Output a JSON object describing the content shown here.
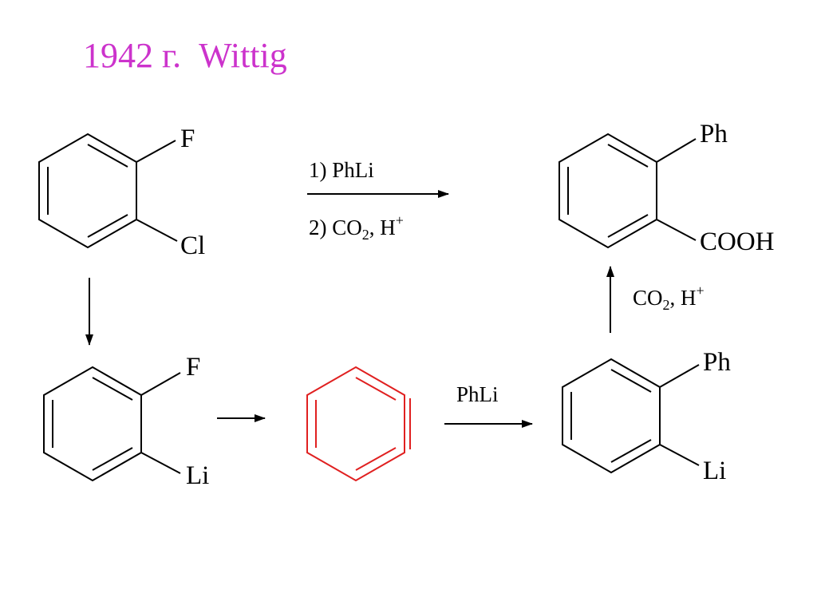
{
  "title": "1942 г.  Wittig",
  "colors": {
    "title": "#cc33cc",
    "benzyne": "#e02020",
    "bonds": "#000000",
    "background": "#ffffff"
  },
  "molecules": {
    "fluorochlorobenzene": {
      "sub1": "F",
      "sub2": "Cl"
    },
    "fluorolithiobenzene": {
      "sub1": "F",
      "sub2": "Li"
    },
    "benzyne": {},
    "biphenyl_lithium": {
      "sub1": "Ph",
      "sub2": "Li"
    },
    "biphenyl_acid": {
      "sub1": "Ph",
      "sub2": "COOH"
    }
  },
  "reactions": {
    "top": {
      "step1": "1) PhLi",
      "step2_pre": "2) CO",
      "step2_sub": "2",
      "step2_mid": ", H",
      "step2_sup": "+"
    },
    "benzyne_to_aryllithium": {
      "reagent": "PhLi"
    },
    "carboxylation": {
      "pre": "CO",
      "sub": "2",
      "mid": ", H",
      "sup": "+"
    }
  }
}
